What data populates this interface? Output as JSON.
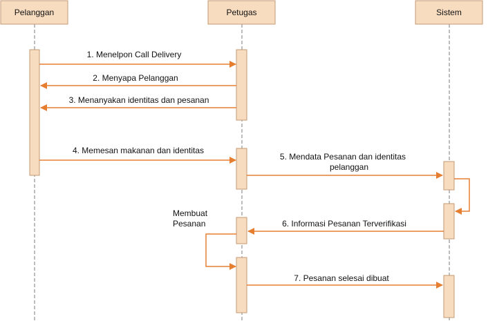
{
  "diagram": {
    "title": "",
    "colors": {
      "box_fill": "#f8dcc0",
      "box_stroke": "#c29a72",
      "arrow": "#e67e30",
      "lifeline": "#7a7a7a",
      "text": "#111111"
    },
    "actors": [
      {
        "id": "pelanggan",
        "label": "Pelanggan"
      },
      {
        "id": "petugas",
        "label": "Petugas"
      },
      {
        "id": "sistem",
        "label": "Sistem"
      }
    ],
    "messages": [
      {
        "line1": "1.  Menelpon Call Delivery",
        "line2": ""
      },
      {
        "line1": "2. Menyapa Pelanggan",
        "line2": ""
      },
      {
        "line1": "3. Menanyakan identitas dan pesanan",
        "line2": ""
      },
      {
        "line1": "4.  Memesan makanan dan identitas",
        "line2": ""
      },
      {
        "line1": "5.  Mendata Pesanan dan identitas",
        "line2": "pelanggan"
      },
      {
        "line1": "",
        "line2": ""
      },
      {
        "line1": "6. Informasi Pesanan Terverifikasi",
        "line2": ""
      },
      {
        "line1": "Membuat",
        "line2": "Pesanan"
      },
      {
        "line1": "7.  Pesanan selesai dibuat",
        "line2": ""
      }
    ]
  }
}
